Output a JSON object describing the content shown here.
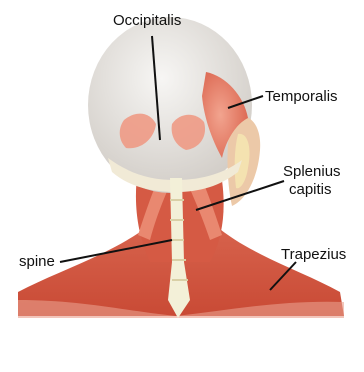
{
  "labels": {
    "occipitalis": "Occipitalis",
    "temporalis": "Temporalis",
    "splenius_line1": "Splenius",
    "splenius_line2": "capitis",
    "spine": "spine",
    "trapezius": "Trapezius"
  },
  "colors": {
    "muscle": "#d9604a",
    "muscle_light": "#ee9a85",
    "skull": "#e9e6e2",
    "tendon": "#f1ead6",
    "spine": "#f3f0d8",
    "background": "#ffffff"
  }
}
